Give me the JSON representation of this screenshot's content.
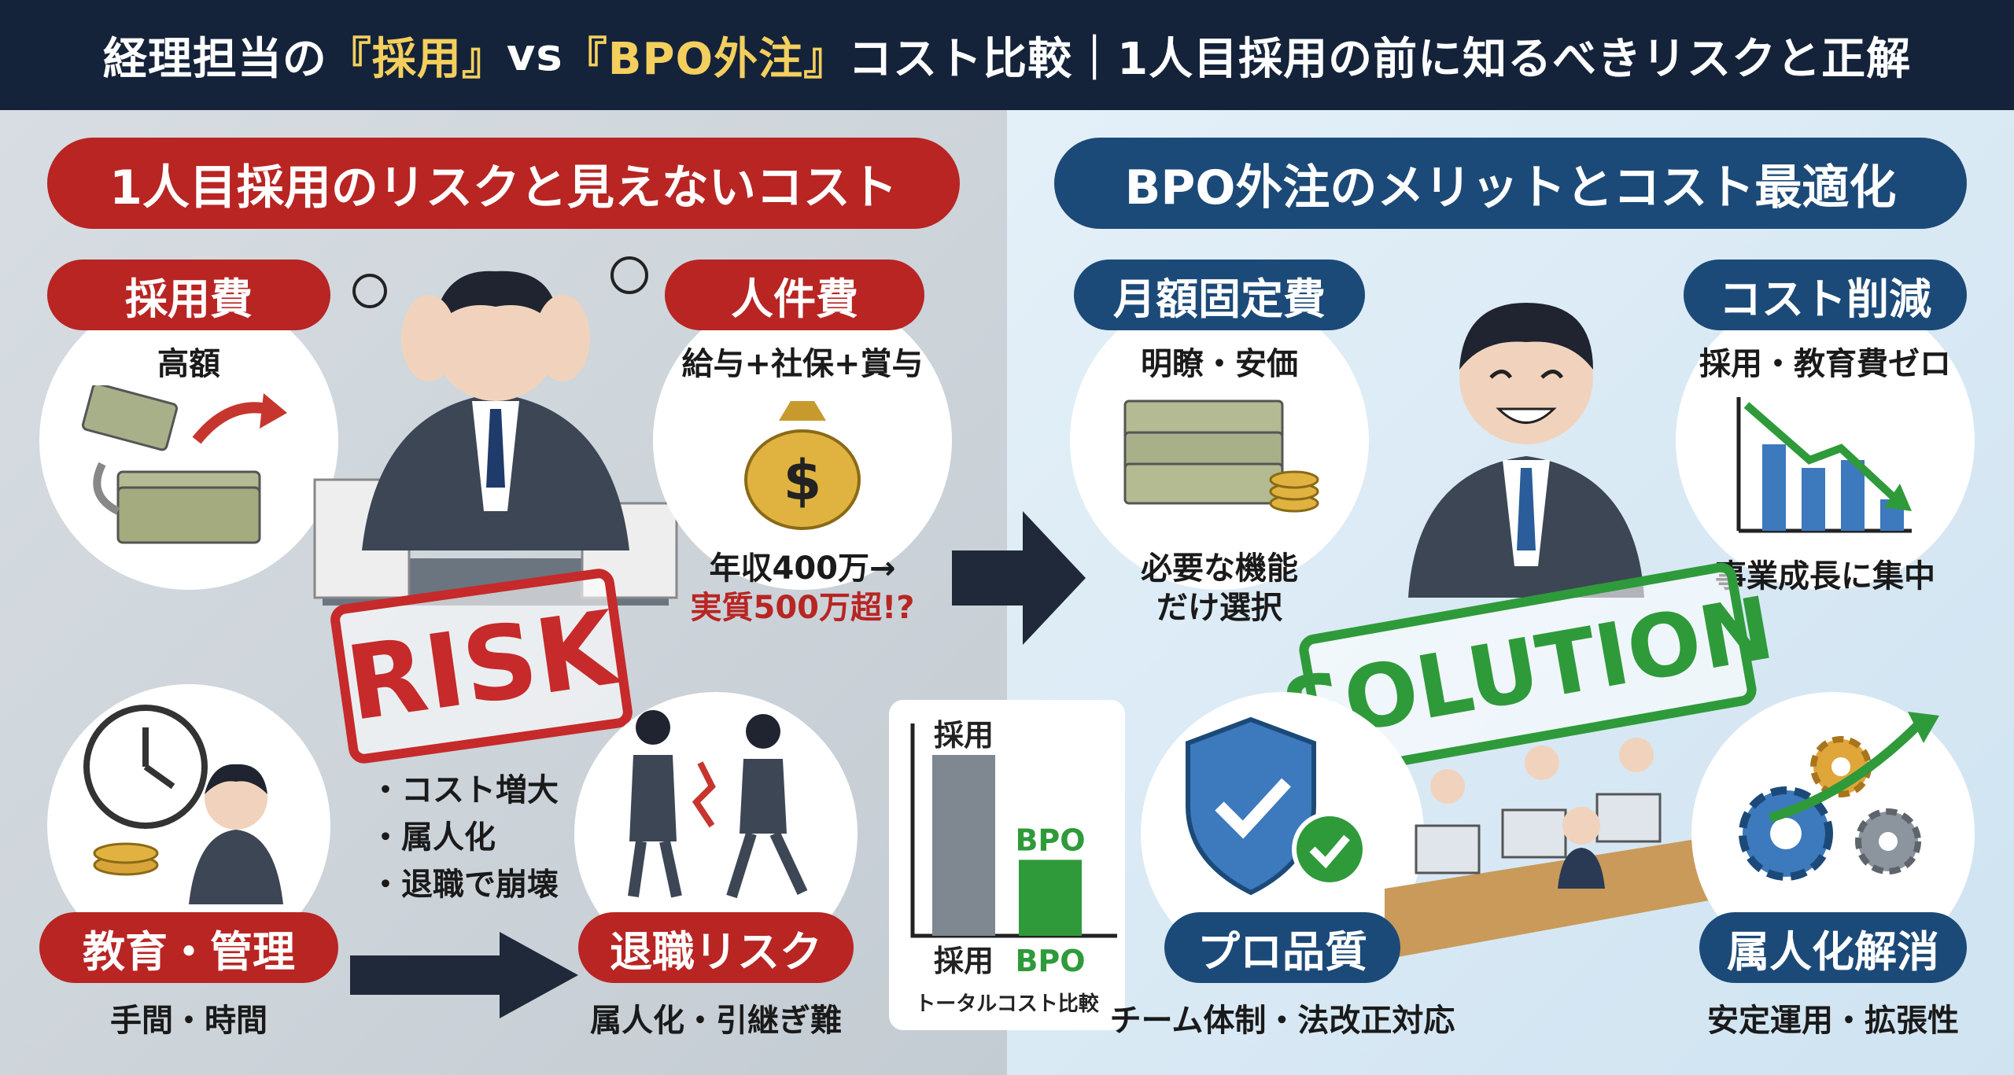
{
  "header": {
    "title_pre": "経理担当の",
    "title_hl1": "『採用』",
    "title_mid": " vs ",
    "title_hl2": "『BPO外注』",
    "title_post": "コスト比較｜1人目採用の前に知るべきリスクと正解"
  },
  "left": {
    "banner": "1人目採用のリスクと見えないコスト",
    "recruit": {
      "pill": "採用費",
      "text": "高額"
    },
    "labor": {
      "pill": "人件費",
      "text": "給与+社保+賞与",
      "note1": "年収400万→",
      "note2": "実質500万超!?"
    },
    "training": {
      "pill": "教育・管理",
      "text": "手間・時間"
    },
    "resign": {
      "pill": "退職リスク",
      "text": "属人化・引継ぎ難"
    },
    "stamp": "RISK",
    "bullets": [
      "・コスト増大",
      "・属人化",
      "・退職で崩壊"
    ]
  },
  "chart_data": {
    "type": "bar",
    "categories": [
      "採用",
      "BPO"
    ],
    "values": [
      100,
      42
    ],
    "title": "トータルコスト比較",
    "bar_labels": [
      "採用",
      "BPO"
    ],
    "colors": [
      "#7f8790",
      "#2f9a3a"
    ]
  },
  "right": {
    "banner": "BPO外注のメリットとコスト最適化",
    "monthly": {
      "pill": "月額固定費",
      "text": "明瞭・安価",
      "note1": "必要な機能",
      "note2": "だけ選択"
    },
    "reduce": {
      "pill": "コスト削減",
      "text": "採用・教育費ゼロ",
      "note": "事業成長に集中"
    },
    "quality": {
      "pill": "プロ品質",
      "text": "チーム体制・法改正対応"
    },
    "dep": {
      "pill": "属人化解消",
      "text": "安定運用・拡張性"
    },
    "stamp": "SOLUTION"
  },
  "colors": {
    "header": "#14233a",
    "accent_yellow": "#f4cf5d",
    "red": "#b82523",
    "blue": "#1c4a78",
    "green": "#2f9a3a"
  }
}
